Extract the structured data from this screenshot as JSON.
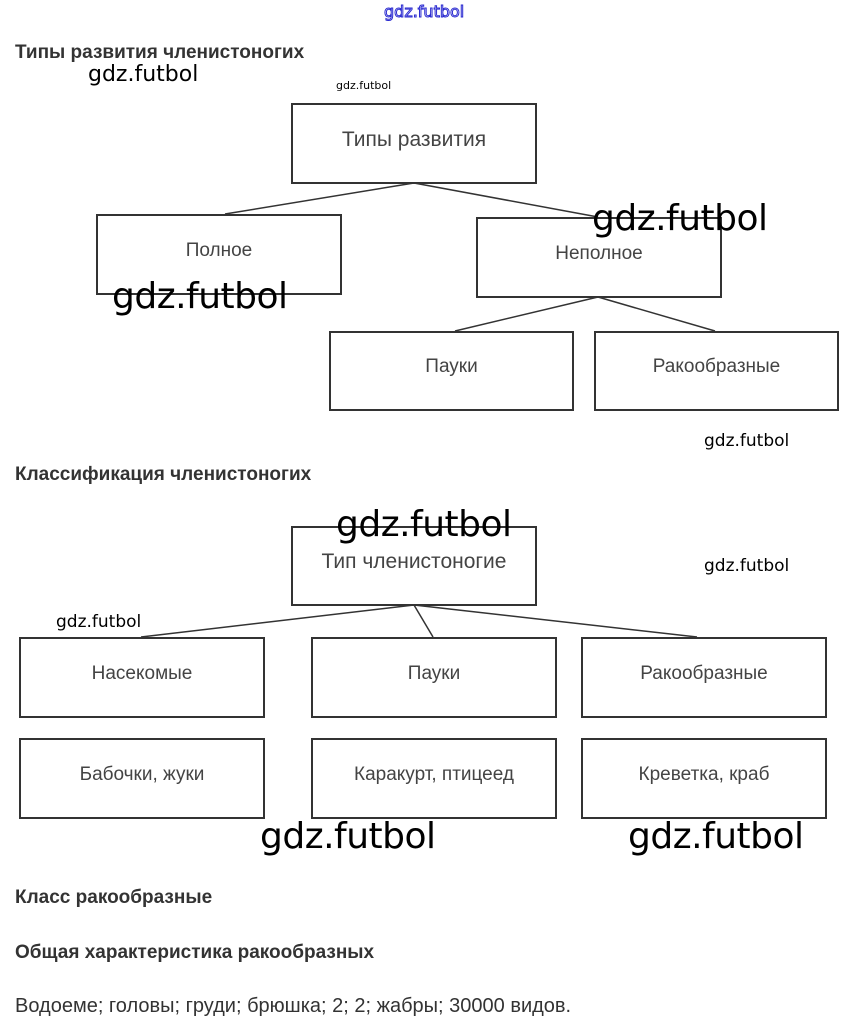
{
  "watermark": "gdz.futbol",
  "sections": {
    "development_types": {
      "heading": "Типы развития членистоногих",
      "root": "Типы развития",
      "children": [
        "Полное",
        "Неполное"
      ],
      "incomplete_children": [
        "Пауки",
        "Ракообразные"
      ]
    },
    "classification": {
      "heading": "Классификация членистоногих",
      "root": "Тип членистоногие",
      "classes": [
        "Насекомые",
        "Пауки",
        "Ракообразные"
      ],
      "examples": [
        "Бабочки, жуки",
        "Каракурт, птицеед",
        "Креветка, краб"
      ]
    },
    "crustaceans": {
      "heading": "Класс ракообразные",
      "subheading": "Общая характеристика ракообразных",
      "answer": "Водоеме; головы; груди; брюшка; 2; 2; жабры; 30000 видов."
    }
  }
}
